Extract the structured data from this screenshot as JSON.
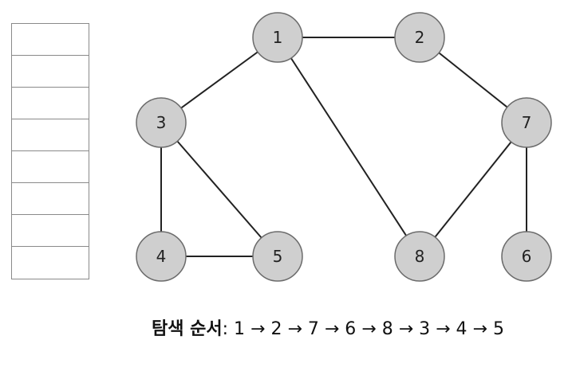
{
  "stack": {
    "cell_count": 8
  },
  "graph": {
    "nodes": [
      {
        "id": "1",
        "label": "1"
      },
      {
        "id": "2",
        "label": "2"
      },
      {
        "id": "3",
        "label": "3"
      },
      {
        "id": "7",
        "label": "7"
      },
      {
        "id": "4",
        "label": "4"
      },
      {
        "id": "5",
        "label": "5"
      },
      {
        "id": "8",
        "label": "8"
      },
      {
        "id": "6",
        "label": "6"
      }
    ],
    "edges": [
      [
        "1",
        "2"
      ],
      [
        "1",
        "3"
      ],
      [
        "1",
        "8"
      ],
      [
        "2",
        "7"
      ],
      [
        "3",
        "4"
      ],
      [
        "3",
        "5"
      ],
      [
        "4",
        "5"
      ],
      [
        "7",
        "8"
      ],
      [
        "7",
        "6"
      ]
    ],
    "node_fill": "#cfcfcf",
    "node_stroke": "#6b6b6b",
    "edge_color": "#222222"
  },
  "caption": {
    "label": "탐색 순서",
    "sequence": ": 1 → 2 → 7 → 6 → 8 → 3 → 4 → 5"
  }
}
